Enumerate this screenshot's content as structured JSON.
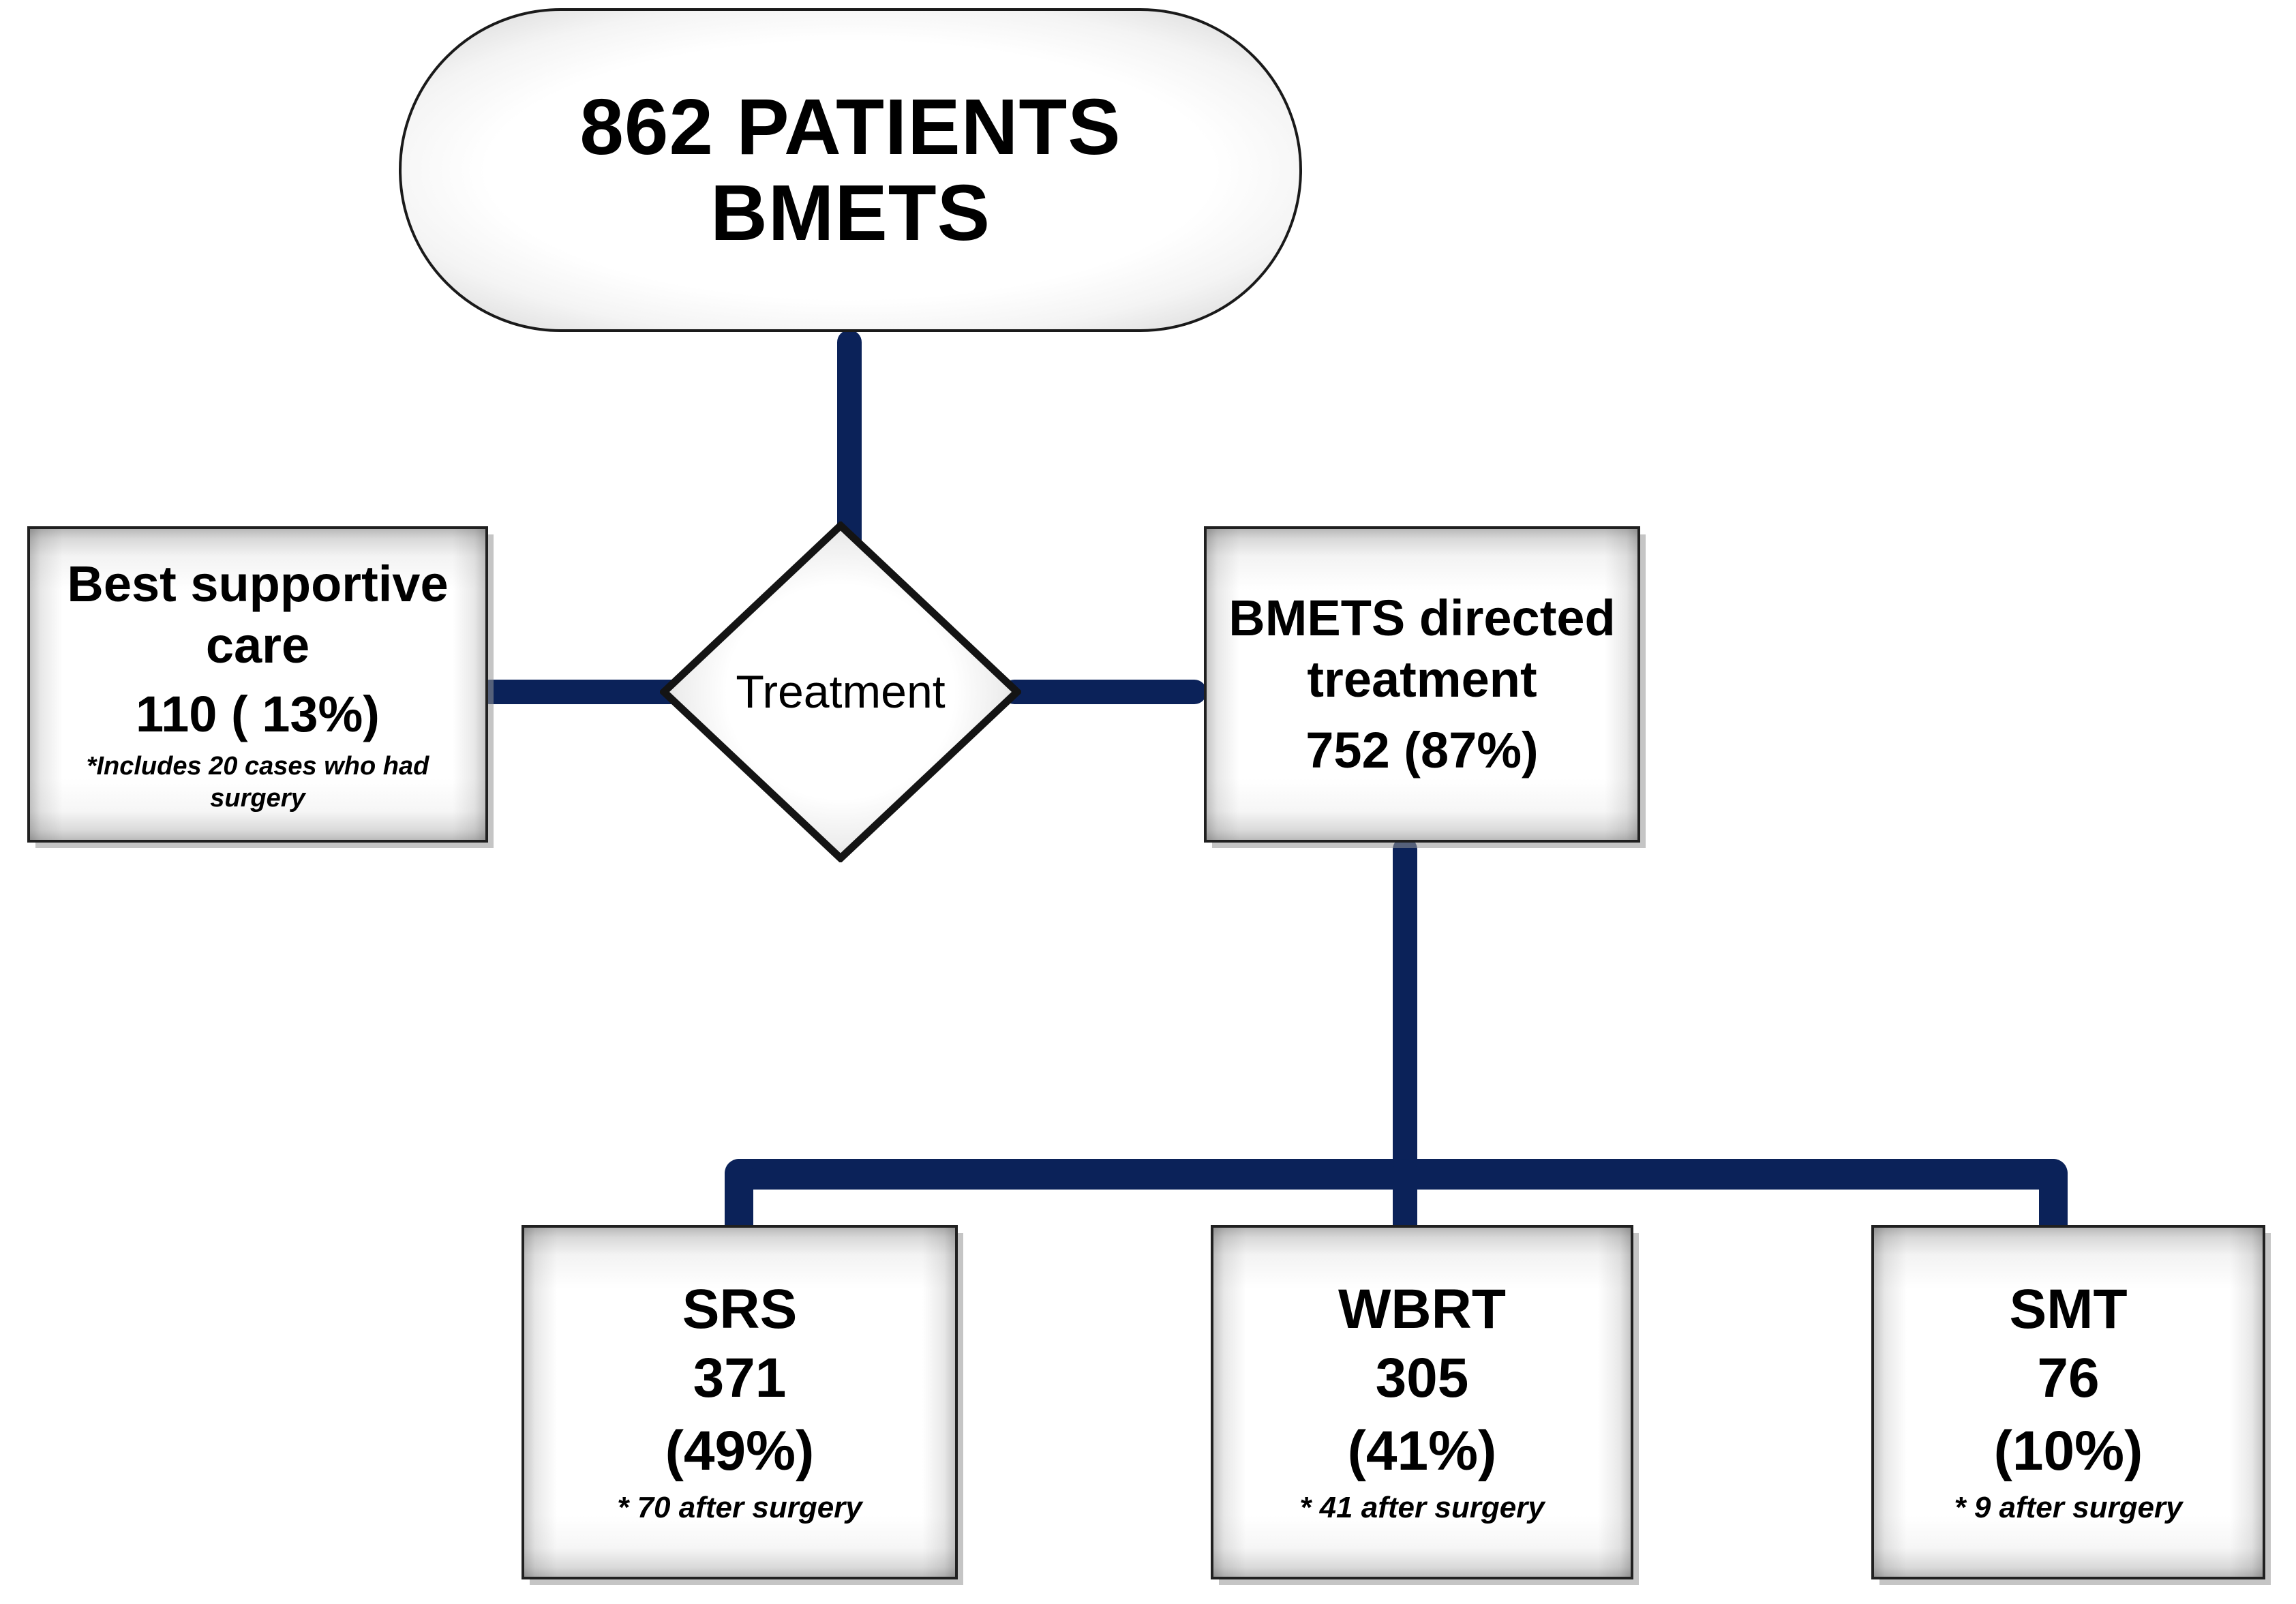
{
  "diagram": {
    "type": "flowchart",
    "title": "Brain metastases patient treatment flow",
    "accent_color": "#0B2259",
    "node_border_color": "#1a1a1a",
    "background": "#ffffff"
  },
  "root": {
    "line1": "862 PATIENTS",
    "line2": "BMETS"
  },
  "decision": {
    "label": "Treatment"
  },
  "branches": {
    "left": {
      "title_line1": "Best supportive",
      "title_line2": "care",
      "value": "110 ( 13%)",
      "note": "*Includes 20 cases who had surgery"
    },
    "right": {
      "title_line1": "BMETS directed",
      "title_line2": "treatment",
      "value": "752 (87%)"
    }
  },
  "outcomes": [
    {
      "name": "SRS",
      "count": "371",
      "percent": "(49%)",
      "note": "* 70 after surgery"
    },
    {
      "name": "WBRT",
      "count": "305",
      "percent": "(41%)",
      "note": "* 41 after surgery"
    },
    {
      "name": "SMT",
      "count": "76",
      "percent": "(10%)",
      "note": "* 9 after surgery"
    }
  ]
}
